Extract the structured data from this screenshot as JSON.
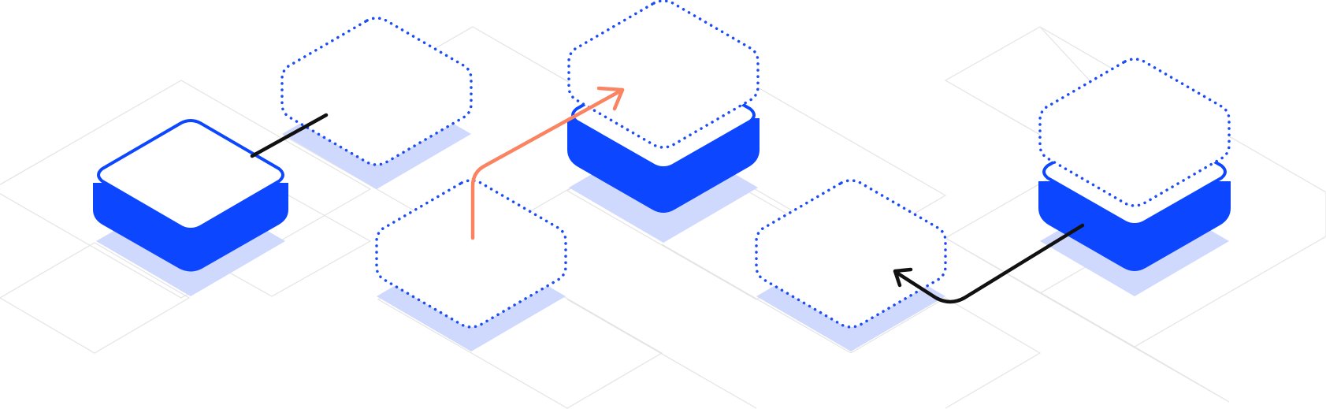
{
  "diagram": {
    "description_type": "isometric-block-diagram",
    "colors": {
      "background": "#ffffff",
      "grid_line": "#e4e4e4",
      "block_side": "#0c47ff",
      "block_top": "#ffffff",
      "block_outline": "#0c47ff",
      "shadow": "#cfd9fd",
      "dotted_outline": "#1c4cf5",
      "connector_dark": "#111111",
      "connector_accent": "#fa8361"
    },
    "solid_blocks": [
      {
        "id": "solid-left"
      },
      {
        "id": "solid-center"
      },
      {
        "id": "solid-right"
      }
    ],
    "ghost_blocks": [
      {
        "id": "ghost-upper-left"
      },
      {
        "id": "ghost-lower-center"
      },
      {
        "id": "ghost-top-center"
      },
      {
        "id": "ghost-lower-right"
      },
      {
        "id": "ghost-upper-right"
      }
    ],
    "connectors": [
      {
        "id": "link-left",
        "style": "line",
        "color_key": "connector_dark"
      },
      {
        "id": "arrow-up",
        "style": "arrow",
        "color_key": "connector_accent"
      },
      {
        "id": "arrow-back",
        "style": "arrow",
        "color_key": "connector_dark"
      }
    ]
  }
}
